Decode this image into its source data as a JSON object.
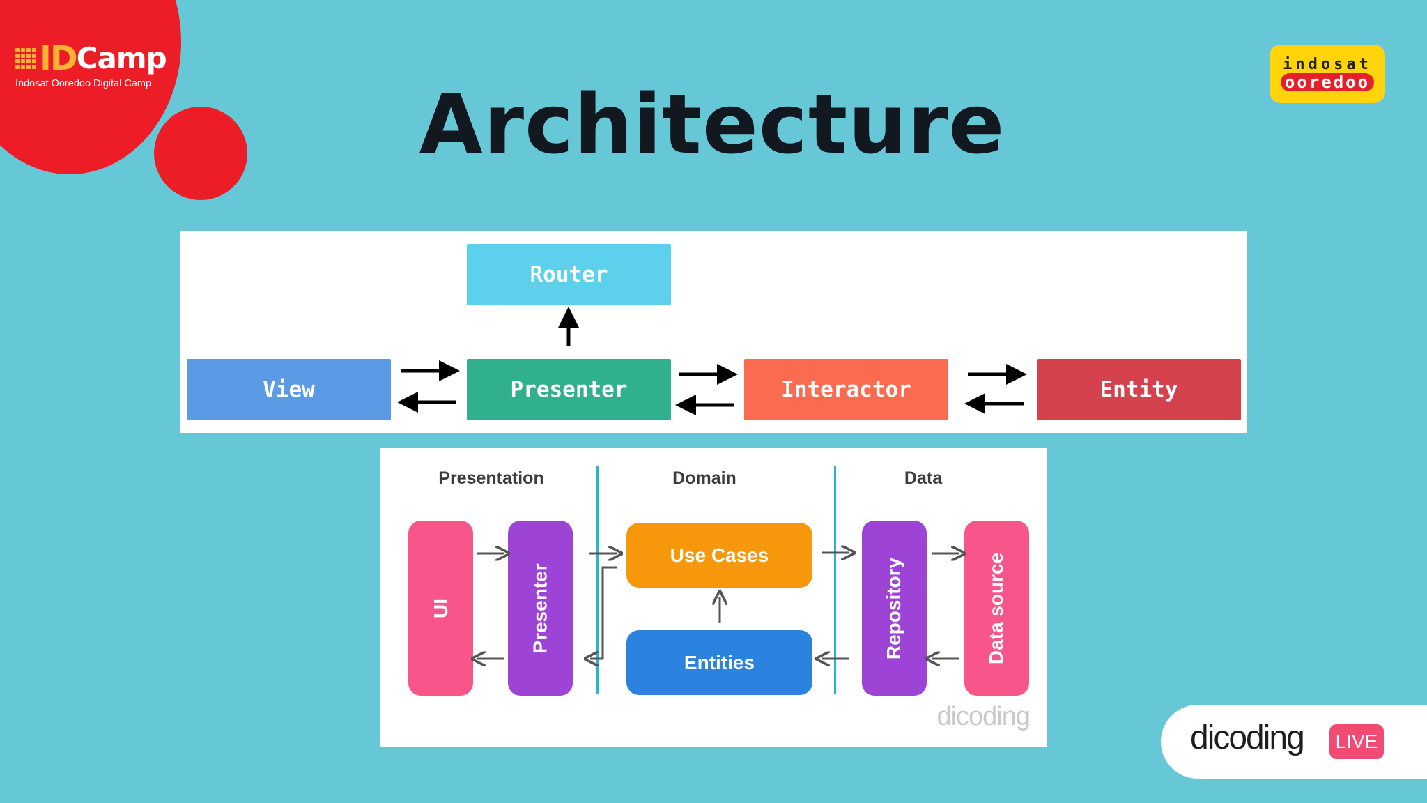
{
  "slide": {
    "title": "Architecture",
    "background_color": "#66c8d7"
  },
  "logos": {
    "idcamp": {
      "mark": "ID",
      "word": "Camp",
      "tagline": "Indosat Ooredoo Digital Camp"
    },
    "indosat": {
      "line1": "indosat",
      "line2": "ooredoo"
    },
    "dicoding_live": {
      "brand": "dicoding",
      "live": "LIVE"
    }
  },
  "viper_diagram": {
    "nodes": {
      "router": {
        "label": "Router",
        "color": "#5dd1ec"
      },
      "view": {
        "label": "View",
        "color": "#5b9be6"
      },
      "presenter": {
        "label": "Presenter",
        "color": "#30b08f"
      },
      "interactor": {
        "label": "Interactor",
        "color": "#fa6b50"
      },
      "entity": {
        "label": "Entity",
        "color": "#d5424e"
      }
    },
    "edges": [
      {
        "from": "Presenter",
        "to": "Router"
      },
      {
        "from": "View",
        "to": "Presenter",
        "bidirectional": true
      },
      {
        "from": "Presenter",
        "to": "Interactor",
        "bidirectional": true
      },
      {
        "from": "Interactor",
        "to": "Entity",
        "bidirectional": true
      }
    ]
  },
  "clean_diagram": {
    "columns": [
      "Presentation",
      "Domain",
      "Data"
    ],
    "nodes": {
      "ui": {
        "label": "UI",
        "color": "#f8568a"
      },
      "presenter": {
        "label": "Presenter",
        "color": "#9d44d6"
      },
      "use_cases": {
        "label": "Use Cases",
        "color": "#f6970c"
      },
      "entities": {
        "label": "Entities",
        "color": "#2b82df"
      },
      "repository": {
        "label": "Repository",
        "color": "#9d44d6"
      },
      "data_source": {
        "label": "Data source",
        "color": "#f8568a"
      }
    },
    "divider_color": "#2bb6c3",
    "watermark": "dicoding"
  }
}
